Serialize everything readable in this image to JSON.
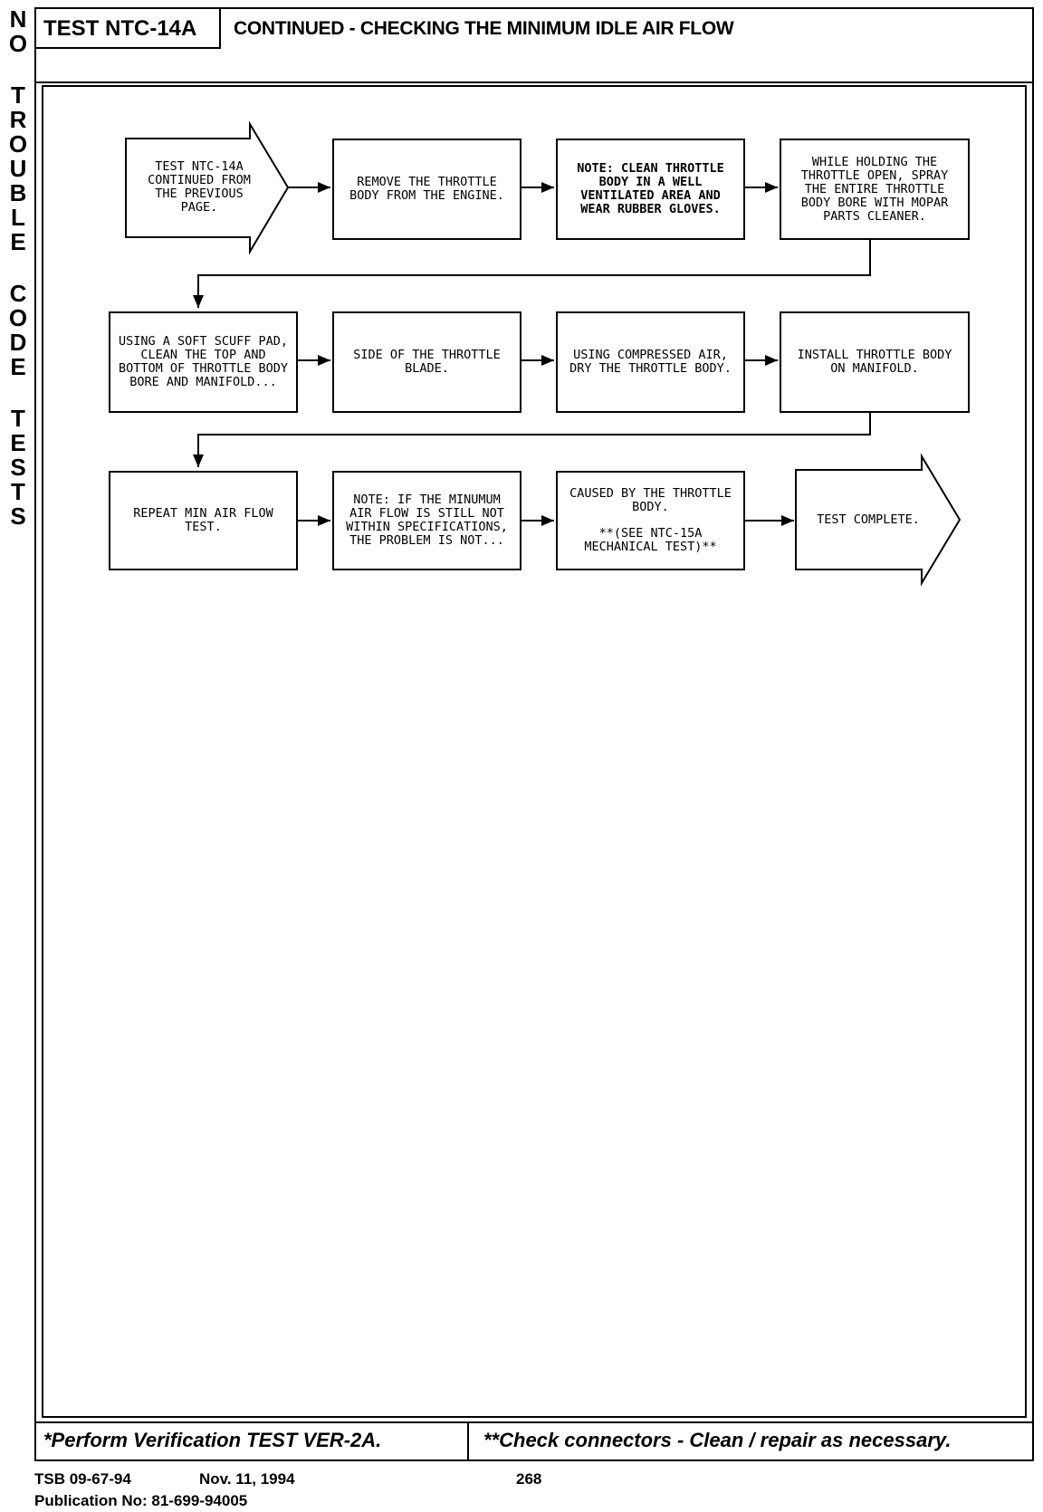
{
  "side_letters": [
    "N",
    "O",
    "",
    "T",
    "R",
    "O",
    "U",
    "B",
    "L",
    "E",
    "",
    "C",
    "O",
    "D",
    "E",
    "",
    "T",
    "E",
    "S",
    "T",
    "S"
  ],
  "header": {
    "test_id": "TEST NTC-14A",
    "title": "CONTINUED - CHECKING THE MINIMUM IDLE AIR FLOW"
  },
  "flow": {
    "start": "TEST NTC-14A CONTINUED FROM THE PREVIOUS PAGE.",
    "step1": "REMOVE THE THROTTLE BODY FROM THE ENGINE.",
    "step2": "NOTE: CLEAN THROTTLE BODY IN A WELL VENTILATED AREA AND WEAR RUBBER GLOVES.",
    "step3": "WHILE HOLDING THE THROTTLE OPEN, SPRAY THE ENTIRE THROTTLE BODY BORE WITH MOPAR PARTS CLEANER.",
    "step4": "USING A SOFT SCUFF PAD, CLEAN THE TOP AND BOTTOM OF THROTTLE BODY BORE AND MANIFOLD...",
    "step5": "SIDE OF THE THROTTLE BLADE.",
    "step6": "USING COMPRESSED AIR, DRY THE THROTTLE BODY.",
    "step7": "INSTALL THROTTLE BODY ON MANIFOLD.",
    "step8": "REPEAT MIN AIR FLOW TEST.",
    "step9": "NOTE: IF THE MINUMUM AIR FLOW IS STILL NOT WITHIN SPECIFICATIONS, THE PROBLEM IS NOT...",
    "step10a": "CAUSED BY THE THROTTLE BODY.",
    "step10b": "**(SEE NTC-15A MECHANICAL TEST)**",
    "end": "TEST COMPLETE."
  },
  "footer": {
    "left": "*Perform Verification TEST VER-2A.",
    "right": "**Check connectors - Clean / repair as necessary."
  },
  "bottom": {
    "tsb": "TSB 09-67-94",
    "date": "Nov. 11, 1994",
    "page": "268",
    "publication": "Publication No: 81-699-94005"
  }
}
